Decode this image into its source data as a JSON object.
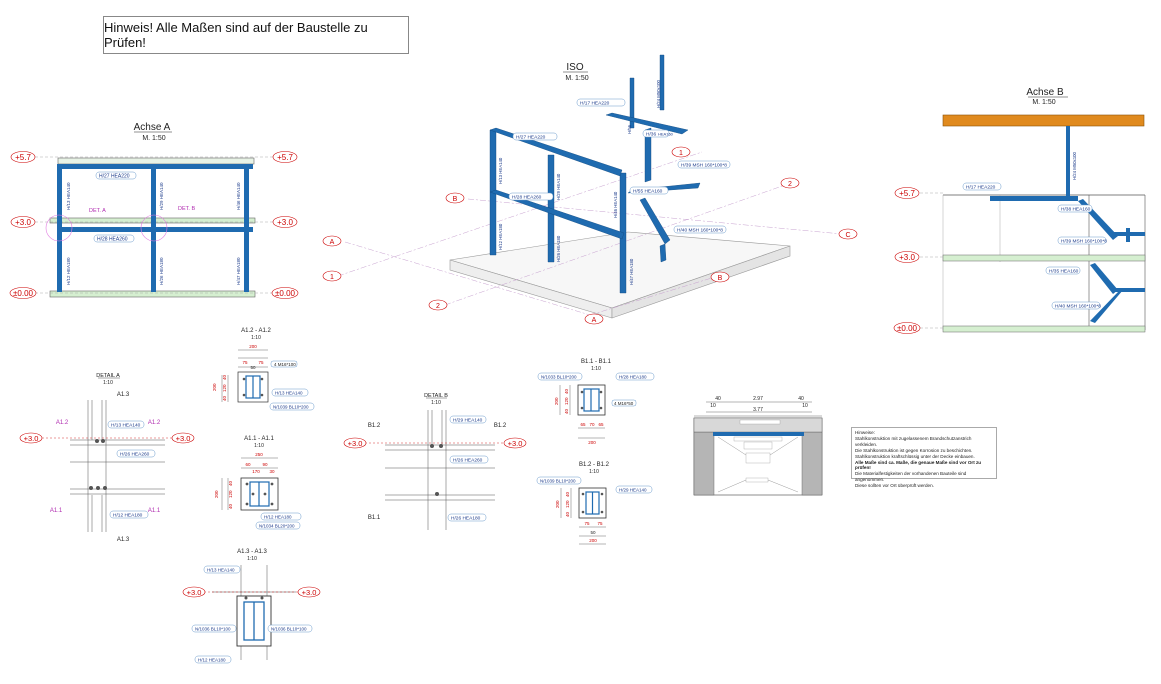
{
  "notice": "Hinweis! Alle Maßen sind auf der Baustelle zu Prüfen!",
  "views": {
    "achse_a": {
      "title": "Achse A",
      "scale": "M. 1:50"
    },
    "iso": {
      "title": "ISO",
      "scale": "M. 1:50"
    },
    "achse_b": {
      "title": "Achse B",
      "scale": "M. 1:50"
    }
  },
  "levels": {
    "top": "+5.7",
    "mid": "+3.0",
    "zero": "±0.00"
  },
  "axes": {
    "a": "A",
    "b": "B",
    "c": "C",
    "one": "1",
    "two": "2"
  },
  "achse_a": {
    "beam_top": "H/27 HEA220",
    "beam_mid": "H/28 HEA260",
    "col_upper_left": "H/13 HEA140",
    "col_upper_mid": "H/29 HEA140",
    "col_upper_right": "H/46 HEA140",
    "col_lower_left": "H/12 HEA180",
    "col_lower_mid": "H/26 HEA180",
    "col_lower_right": "H/47 HEA180",
    "det_a": "DET. A",
    "det_b": "DET. B"
  },
  "iso": {
    "h17": "H/17 HEA220",
    "h24": "H/24 M50x100",
    "h36": "H/36",
    "h36_profile": "HEA160",
    "h56": "H/56",
    "h27": "H/27 HEA220",
    "h13": "H/13 HEA140",
    "h29": "H/29 HEA140",
    "h46": "H/46 HEA140",
    "h28": "H/28 HEA260",
    "h12": "H/12 HEA180",
    "h26": "H/26 HEA180",
    "h47": "H/47 HEA180",
    "h39": "H/39 MSH 160*100*8",
    "h55": "H/55 HEA160",
    "h40": "H/40 MSH 160*100*8"
  },
  "achse_b": {
    "h17": "H/17 HEA220",
    "h24": "H/24 M50x100",
    "h38": "H/38 HEA160",
    "h39": "H/39 MSH 160*100*8",
    "h35": "H/35 HEA160",
    "h40": "H/40 MSH 160*100*8"
  },
  "detail_a": {
    "title": "DETAIL A",
    "scale": "1:10",
    "a13": "A1.3",
    "a12": "A1.2",
    "a11": "A1.1",
    "h13": "H/13 HEA140",
    "h26": "H/26 HEA260",
    "h12": "H/12 HEA180"
  },
  "section_a12": {
    "title": "A1.2 - A1.2",
    "scale": "1:10",
    "dim_200": "200",
    "dim_75a": "75",
    "dim_75b": "75",
    "dim_50": "50",
    "dim_v200": "200",
    "dim_v40a": "40",
    "dim_v120": "120",
    "dim_v40b": "40",
    "bolt": "4 M16*100",
    "h13": "H/13 HEA140",
    "n1039": "N/1039 BL10*200"
  },
  "section_a11": {
    "title": "A1.1 - A1.1",
    "scale": "1:10",
    "dim_250": "250",
    "dim_60": "60",
    "dim_90": "90",
    "dim_170": "170",
    "dim_30": "30",
    "dim_v200": "200",
    "dim_v40a": "40",
    "dim_v120": "120",
    "dim_v40b": "40",
    "h12": "H/12 HEA180",
    "n1034": "N/1034 BL20*200"
  },
  "section_a13": {
    "title": "A1.3 - A1.3",
    "scale": "1:10",
    "h13": "H/13 HEA140",
    "n1036a": "N/1036 BL10*100",
    "n1036b": "N/1036 BL10*100",
    "h12": "H/12 HEA180"
  },
  "detail_b": {
    "title": "DETAIL B",
    "scale": "1:10",
    "b12a": "B1.2",
    "b12b": "B1.2",
    "b11": "B1.1",
    "h29": "H/29 HEA140",
    "h26": "H/26 HEA260",
    "h26b": "H/26 HEA180"
  },
  "section_b11": {
    "title": "B1.1 - B1.1",
    "scale": "1:10",
    "n1033": "N/1033 BL10*200",
    "h28": "H/28 HEA180",
    "bolt": "4 M16*50",
    "dim_v200": "200",
    "dim_v40a": "40",
    "dim_v120": "120",
    "dim_v40b": "40",
    "dim_65a": "65",
    "dim_70": "70",
    "dim_65b": "65",
    "dim_200": "200"
  },
  "section_b12": {
    "title": "B1.2 - B1.2",
    "scale": "1:10",
    "n1039": "N/1039 BL10*200",
    "h29": "H/29 HEA140",
    "dim_v200": "200",
    "dim_v40a": "40",
    "dim_v120": "120",
    "dim_v40b": "40",
    "dim_75a": "75",
    "dim_75b": "75",
    "dim_50": "50",
    "dim_200": "200"
  },
  "section_small": {
    "dim_40a": "40",
    "dim_297": "2.97",
    "dim_40b": "40",
    "dim_10a": "10",
    "dim_377": "3.77",
    "dim_10b": "10"
  },
  "notes": {
    "heading": "Hinweise:",
    "lines": [
      "Stahlkonstruktion mit zugelassenem Brandschutzanstrich verkleiden.",
      "Die Stahlkonstruktion ist gegen Korrosion zu beschichten.",
      "Stahlkonstruktion kraftschlüssig unter der Decke einbauen."
    ],
    "bold_line": "Alle Maße sind ca. Maße, die genaue Maße sind vor Ort zu prüfen!",
    "lines2": [
      "Die Materialfestigkeiten der vorhandenen Bauteile sind angenommen.",
      "Diese sollten vor Ort überprüft werden."
    ]
  },
  "colors": {
    "steel": "#1f6bb0",
    "level": "#cc0000",
    "slab": "#d5efd0",
    "roof": "#e08a1e",
    "hatch": "#b5b5b5"
  }
}
